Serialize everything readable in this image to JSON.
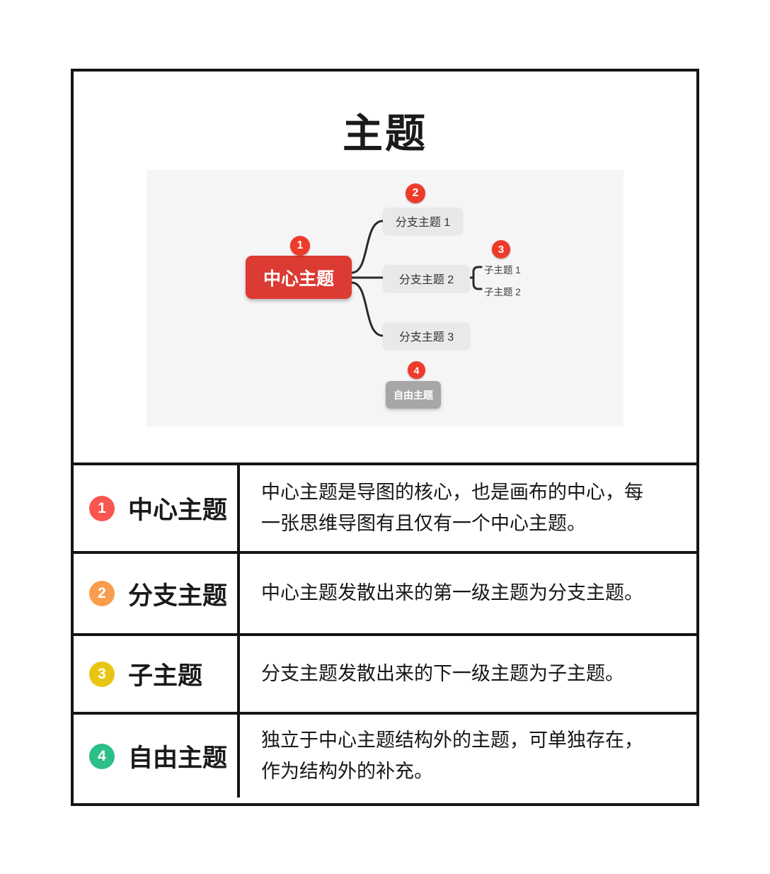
{
  "title": "主题",
  "diagram": {
    "central": {
      "badge": "1",
      "label": "中心主题"
    },
    "branches": [
      {
        "badge": "2",
        "label": "分支主题 1"
      },
      {
        "label": "分支主题 2"
      },
      {
        "label": "分支主题 3"
      }
    ],
    "subtopics": [
      {
        "badge": "3",
        "label": "子主题 1"
      },
      {
        "label": "子主题 2"
      }
    ],
    "free": {
      "badge": "4",
      "label": "自由主题"
    }
  },
  "legend": {
    "rows": [
      {
        "badge": "1",
        "badge_color": "#f8564e",
        "term": "中心主题",
        "desc": "中心主题是导图的核心，也是画布的中心，每\n一张思维导图有且仅有一个中心主题。"
      },
      {
        "badge": "2",
        "badge_color": "#f89d4d",
        "term": "分支主题",
        "desc": "中心主题发散出来的第一级主题为分支主题。"
      },
      {
        "badge": "3",
        "badge_color": "#e9c513",
        "term": "子主题",
        "desc": "分支主题发散出来的下一级主题为子主题。"
      },
      {
        "badge": "4",
        "badge_color": "#2cbf87",
        "term": "自由主题",
        "desc": "独立于中心主题结构外的主题，可单独存在，\n作为结构外的补充。"
      }
    ]
  },
  "colors": {
    "central_topic_bg": "#dc3b33",
    "branch_topic_bg": "#e9e9ea",
    "free_topic_bg": "#a7a7a9",
    "diagram_badge": "#ee3b2b",
    "connector": "#2a2a2a",
    "canvas_bg": "#f5f5f6",
    "frame_border": "#141414"
  }
}
